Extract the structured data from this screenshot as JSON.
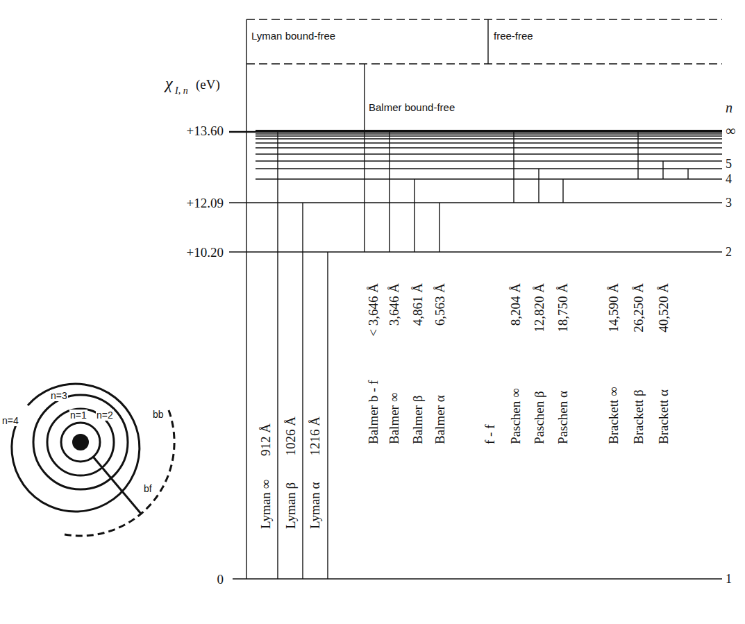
{
  "diagram": {
    "labels": [
      "Lyman bound-free",
      "free-free",
      "Balmer bound-free",
      "χ",
      "I, n",
      "(eV)",
      "n",
      "+13.60",
      "∞",
      "5",
      "4",
      "+12.09",
      "3",
      "+10.20",
      "2",
      "0",
      "1",
      "Lyman ∞",
      "912 Å",
      "Lyman β",
      "1026 Å",
      "Lyman α",
      "1216 Å",
      "Balmer b - f",
      "< 3,646 Å",
      "Balmer ∞",
      "3,646 Å",
      "Balmer β",
      "4,861 Å",
      "Balmer α",
      "6,563 Å",
      "f - f",
      "Paschen ∞",
      "8,204 Å",
      "Paschen β",
      "12,820 Å",
      "Paschen α",
      "18,750 Å",
      "Brackett ∞",
      "14,590 Å",
      "Brackett β",
      "26,250 Å",
      "Brackett α",
      "40,520 Å",
      "n=4",
      "n=3",
      "n=1",
      "n=2",
      "bb",
      "bf"
    ]
  }
}
